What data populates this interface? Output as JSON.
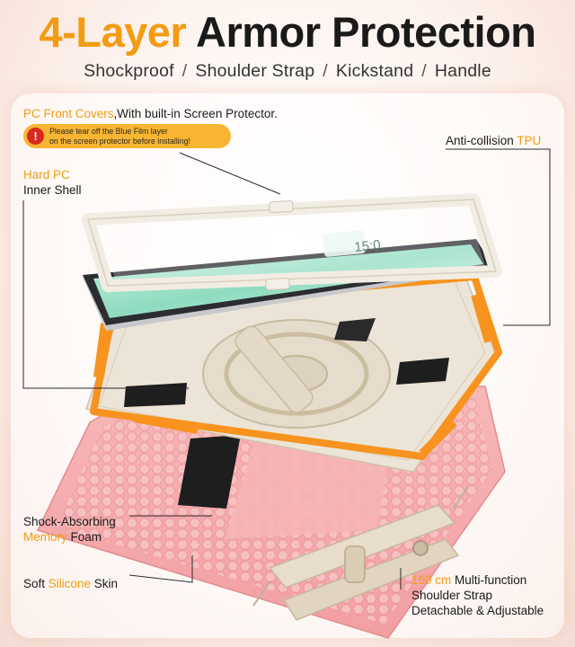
{
  "headline": {
    "accent": "4-Layer",
    "rest": "Armor Protection"
  },
  "features": [
    "Shockproof",
    "Shoulder Strap",
    "Kickstand",
    "Handle"
  ],
  "separator": "/",
  "front_cover": {
    "highlight": "PC Front Covers",
    "rest": ",With built-in Screen Protector."
  },
  "warning": {
    "icon": "exclamation-icon",
    "line1": "Please tear off the Blue Film layer",
    "line2": "on the screen protector before installing!"
  },
  "tpu": {
    "text": "Anti-collision ",
    "highlight": "TPU"
  },
  "inner_shell": {
    "highlight": "Hard PC",
    "rest": "Inner Shell"
  },
  "foam": {
    "line1": "Shock-Absorbing",
    "highlight": "Memory",
    "rest": " Foam"
  },
  "silicone": {
    "pre": "Soft ",
    "highlight": "Silicone",
    "post": " Skin"
  },
  "strap": {
    "highlight": "150 cm",
    "rest": " Multi-function",
    "line2": "Shoulder Strap",
    "line3": "Detachable & Adjustable"
  },
  "tablet_screen": {
    "time": "15:0"
  },
  "colors": {
    "accent": "#f39c12",
    "pink": "#f5a3a6",
    "cream": "#ece4d6",
    "orange": "#f7931e",
    "warning_bg": "#f7b531"
  }
}
